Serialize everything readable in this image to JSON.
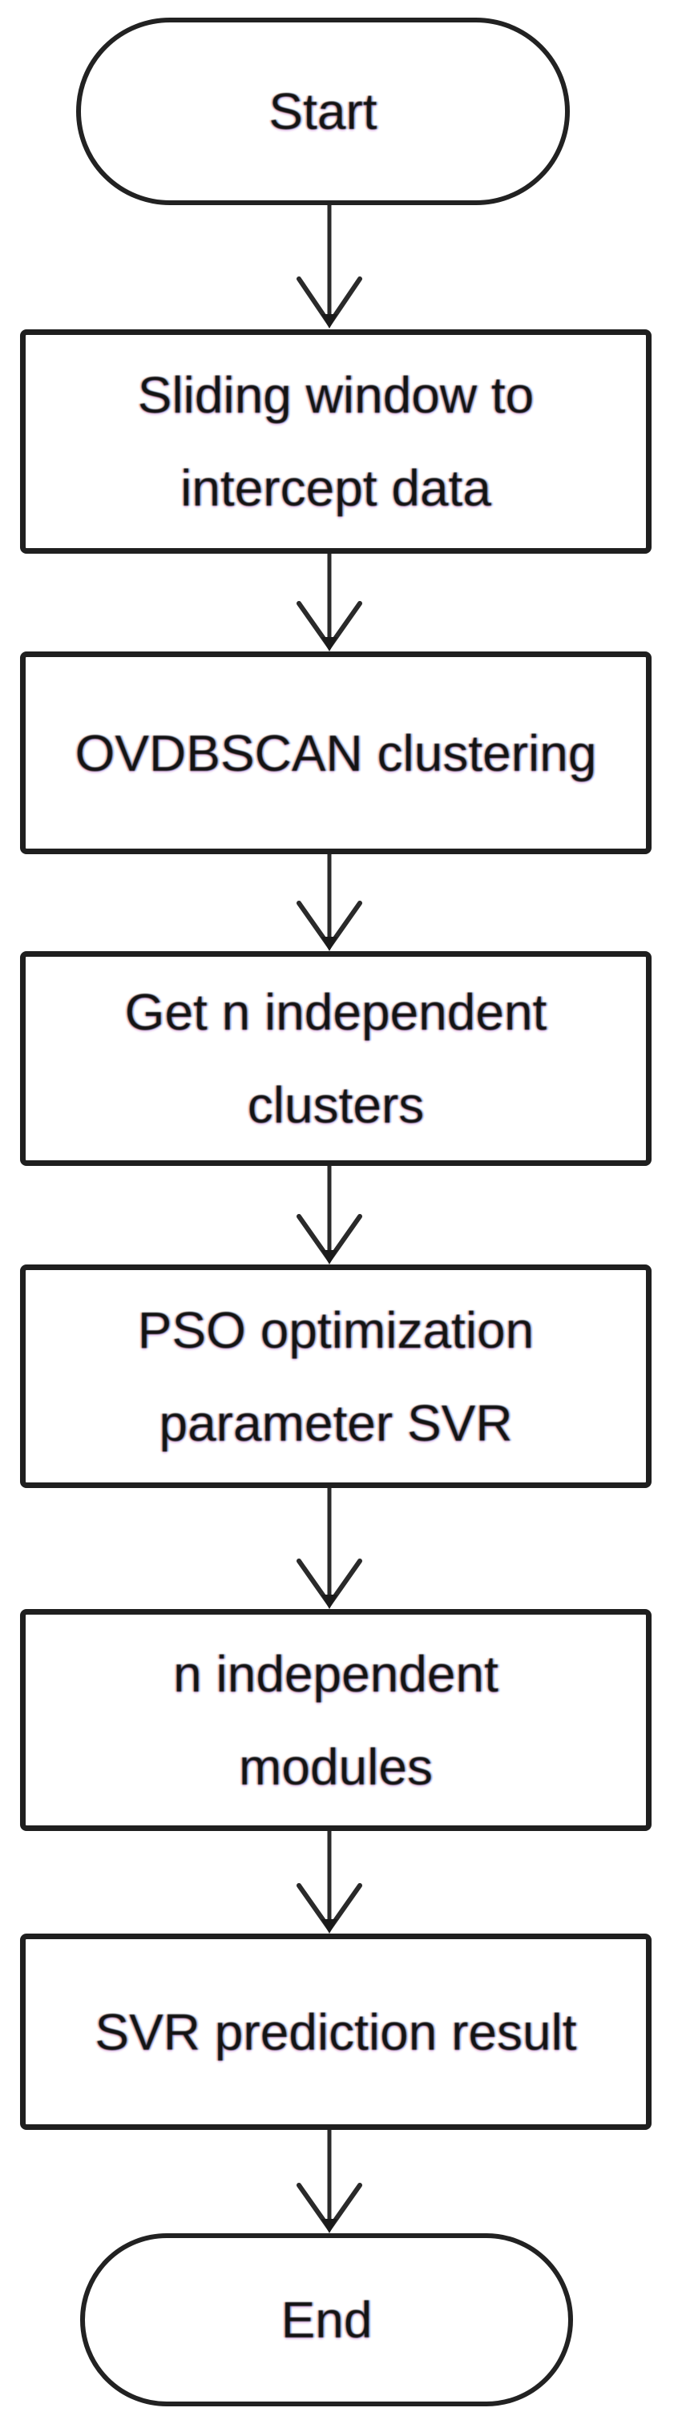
{
  "diagram": {
    "type": "flowchart",
    "direction": "top-to-bottom",
    "colors": {
      "background": "#ffffff",
      "stroke": "#1f1f1f",
      "text": "#131313"
    },
    "nodes": [
      {
        "id": "start",
        "shape": "terminator",
        "label": "Start",
        "lines": [
          "Start"
        ]
      },
      {
        "id": "sliding",
        "shape": "process",
        "label": "Sliding window to intercept data",
        "lines": [
          "Sliding window to",
          "intercept data"
        ]
      },
      {
        "id": "ovdbscan",
        "shape": "process",
        "label": "OVDBSCAN clustering",
        "lines": [
          "OVDBSCAN clustering"
        ]
      },
      {
        "id": "clusters",
        "shape": "process",
        "label": "Get n independent clusters",
        "lines": [
          "Get n independent",
          "clusters"
        ]
      },
      {
        "id": "pso",
        "shape": "process",
        "label": "PSO optimization parameter SVR",
        "lines": [
          "PSO optimization",
          "parameter SVR"
        ]
      },
      {
        "id": "modules",
        "shape": "process",
        "label": "n independent modules",
        "lines": [
          "n independent",
          "modules"
        ]
      },
      {
        "id": "svr",
        "shape": "process",
        "label": "SVR prediction result",
        "lines": [
          "SVR prediction result"
        ]
      },
      {
        "id": "end",
        "shape": "terminator",
        "label": "End",
        "lines": [
          "End"
        ]
      }
    ],
    "edges": [
      {
        "from": "start",
        "to": "sliding",
        "style": "arrow-down"
      },
      {
        "from": "sliding",
        "to": "ovdbscan",
        "style": "arrow-down"
      },
      {
        "from": "ovdbscan",
        "to": "clusters",
        "style": "arrow-down"
      },
      {
        "from": "clusters",
        "to": "pso",
        "style": "arrow-down"
      },
      {
        "from": "pso",
        "to": "modules",
        "style": "arrow-down"
      },
      {
        "from": "modules",
        "to": "svr",
        "style": "arrow-down"
      },
      {
        "from": "svr",
        "to": "end",
        "style": "arrow-down"
      }
    ]
  }
}
